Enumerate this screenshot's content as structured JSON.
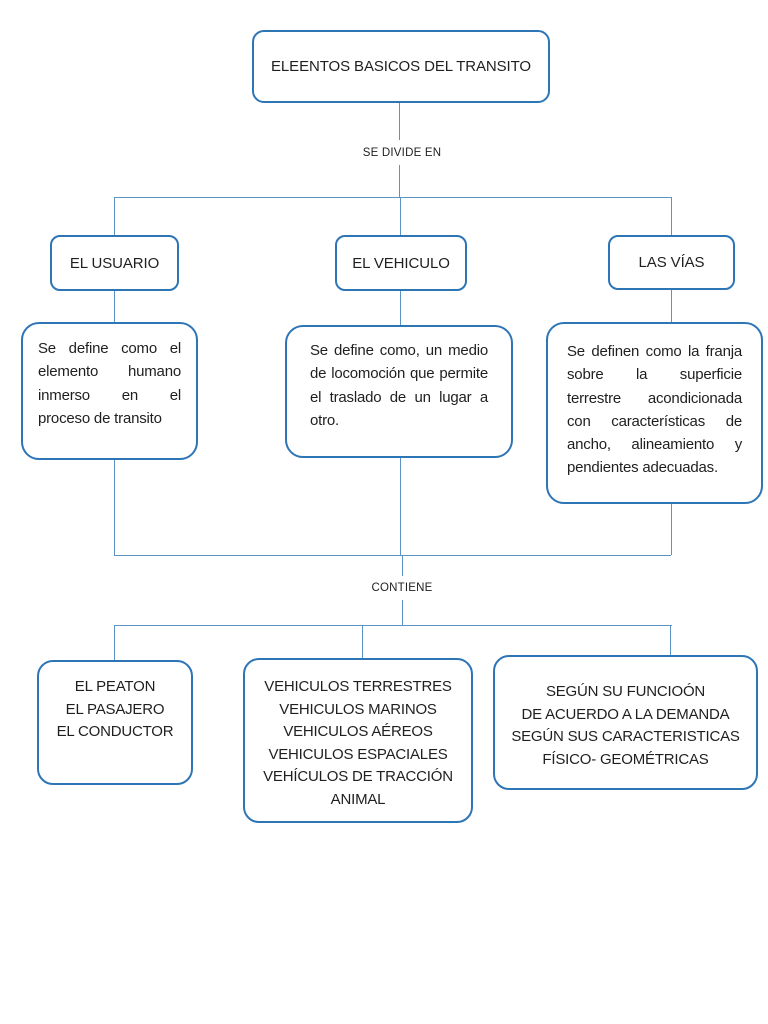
{
  "colors": {
    "box-border": "#2e75b6",
    "line": "#5b93c5",
    "text": "#1f1f1f",
    "page-bg": "#ffffff"
  },
  "diagram": {
    "root": {
      "label": "ELEENTOS BASICOS DEL TRANSITO"
    },
    "connector_labels": {
      "divide": "SE DIVIDE EN",
      "contiene": "CONTIENE"
    },
    "branches": [
      {
        "label": "EL USUARIO",
        "definition": "Se define como el elemento humano inmerso en el proceso de transito",
        "items": [
          "EL PEATON",
          "EL PASAJERO",
          "EL CONDUCTOR"
        ]
      },
      {
        "label": "EL VEHICULO",
        "definition": "Se define como, un medio de locomoción que permite el traslado de un lugar a otro.",
        "items": [
          "VEHICULOS TERRESTRES",
          "VEHICULOS MARINOS",
          "VEHICULOS AÉREOS",
          "VEHICULOS ESPACIALES",
          "VEHÍCULOS DE TRACCIÓN ANIMAL"
        ]
      },
      {
        "label": "LAS VÍAS",
        "definition": "Se definen como la franja sobre la superficie terrestre acondicionada con características de ancho, alineamiento y pendientes adecuadas.",
        "items": [
          "SEGÚN SU FUNCIOÓN",
          "DE ACUERDO A LA DEMANDA",
          "SEGÚN SUS CARACTERISTICAS",
          "FÍSICO- GEOMÉTRICAS"
        ]
      }
    ]
  }
}
